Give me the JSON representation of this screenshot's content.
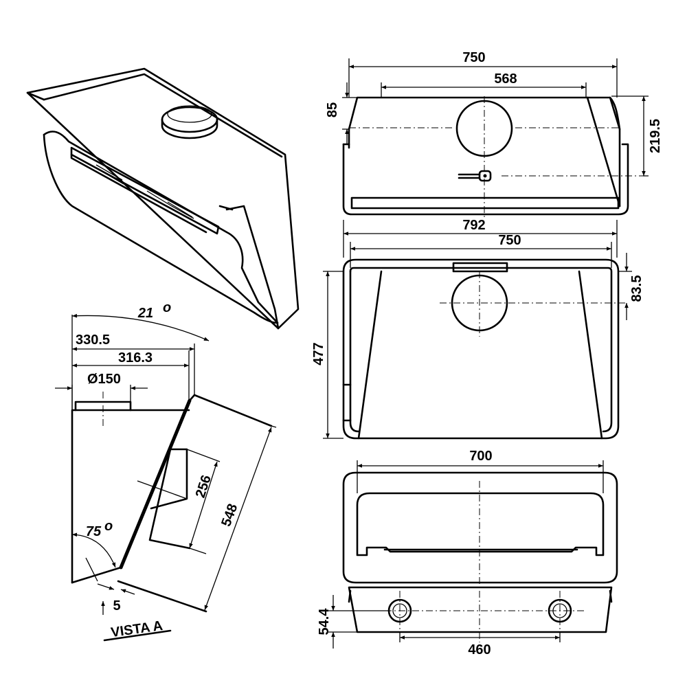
{
  "dimensions": {
    "front_top_width": "750",
    "duct_spacing": "568",
    "top_offset": "85",
    "right_height": "219.5",
    "overall_width": "792",
    "mid_width": "750",
    "mid_height": "477",
    "mid_offset": "83.5",
    "bottom_width": "700",
    "bottom_height": "54.4",
    "hole_spacing": "460",
    "angle_top": "21",
    "side_depth_outer": "330.5",
    "side_depth_inner": "316.3",
    "duct_diameter": "Ø150",
    "panel_depth": "256",
    "panel_length": "548",
    "angle_bottom": "75",
    "gap": "5"
  },
  "view_label": "VISTA A",
  "degree_symbol": "o"
}
